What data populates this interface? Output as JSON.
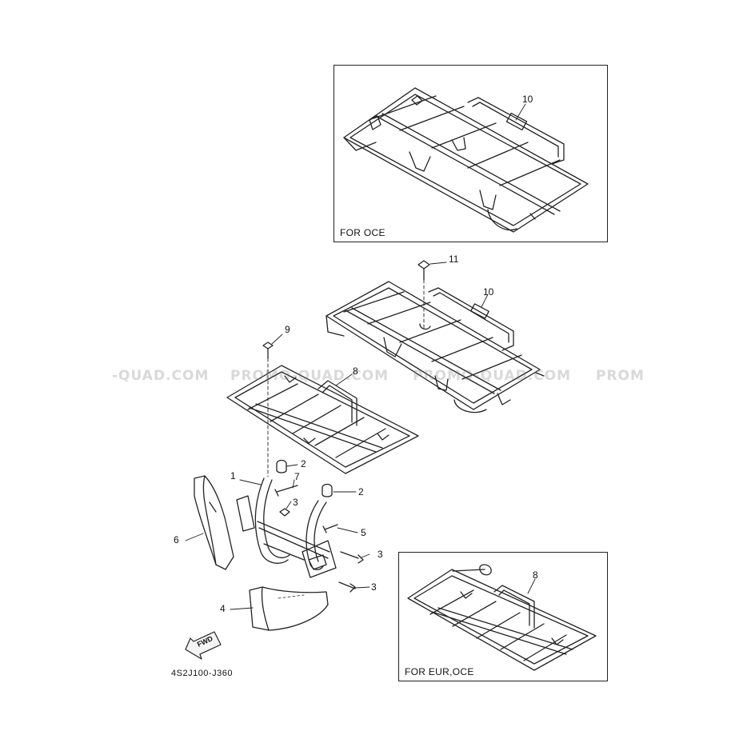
{
  "diagram": {
    "code": "4S2J100-J360",
    "fwd_label": "FWD",
    "insets": [
      {
        "label": "FOR OCE"
      },
      {
        "label": "FOR EUR,OCE"
      }
    ],
    "callouts": [
      "10",
      "11",
      "10",
      "9",
      "8",
      "1",
      "2",
      "7",
      "3",
      "2",
      "6",
      "5",
      "3",
      "4",
      "3",
      "8"
    ],
    "watermark": [
      "-QUAD.COM",
      "PROMO-QUAD.COM",
      "PROMO-QUAD.COM",
      "PROM"
    ],
    "colors": {
      "line": "#222222",
      "watermark": "#bdbdbd"
    }
  }
}
